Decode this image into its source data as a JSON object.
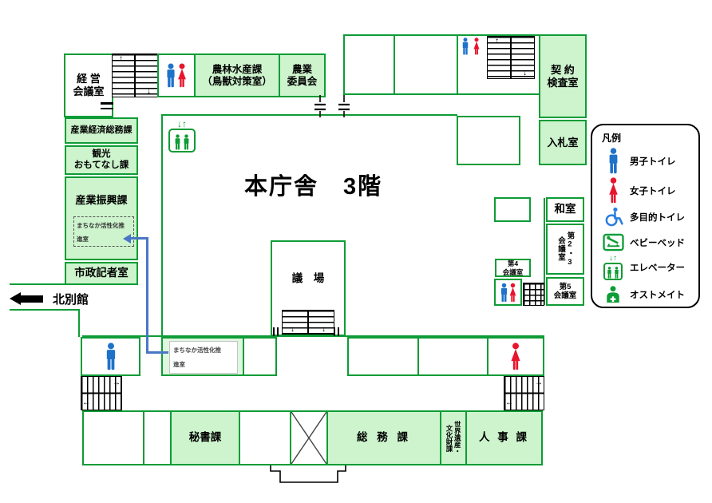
{
  "floor": {
    "title": "本庁舎　3階"
  },
  "annex": {
    "label": "北別館"
  },
  "rooms": {
    "keiei": "経 営\n会議室",
    "norin": "農林水産課\n（鳥獣対策室）",
    "nogyo": "農業\n委員会",
    "keiyaku": "契 約\n検査室",
    "nyusatsu": "入札室",
    "sangyokeizai": "産業経済総務課",
    "kanko": "観光\nおもてなし課",
    "sangyoshinko": "産業振興課",
    "machinaka_dashed": "まちなか活性化推\n進室",
    "shisei": "市政記者室",
    "gijo": "議　場",
    "washitsu": "和室",
    "dai23": "第2・3\n会議室",
    "dai4": "第4\n会議室",
    "dai5": "第5\n会議室",
    "machinaka": "まちなか活性化推\n進室",
    "hisho": "秘書課",
    "somu": "総 務 課",
    "sekai": "世界遺産・\n文化財課",
    "jinji": "人 事 課"
  },
  "legend": {
    "title": "凡例",
    "items": [
      {
        "icon": "male-toilet-icon",
        "label": "男子トイレ"
      },
      {
        "icon": "female-toilet-icon",
        "label": "女子トイレ"
      },
      {
        "icon": "accessible-toilet-icon",
        "label": "多目的トイレ"
      },
      {
        "icon": "baby-bed-icon",
        "label": "ベビーベッド"
      },
      {
        "icon": "elevator-icon",
        "label": "エレベーター"
      },
      {
        "icon": "ostomate-icon",
        "label": "オストメイト"
      }
    ]
  }
}
